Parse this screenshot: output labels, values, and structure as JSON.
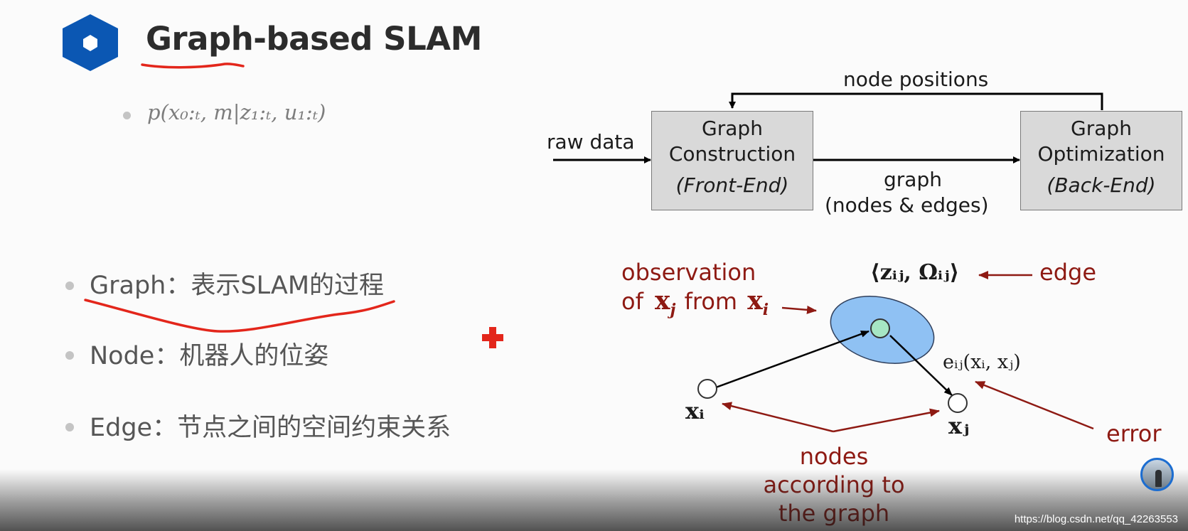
{
  "slide": {
    "title": "Graph-based SLAM",
    "formula": "p(x₀:ₜ, m|z₁:ₜ, u₁:ₜ)",
    "bullets": [
      {
        "label": "Graph：表示SLAM的过程"
      },
      {
        "label": "Node：机器人的位姿"
      },
      {
        "label": "Edge：节点之间的空间约束关系"
      }
    ]
  },
  "pipeline": {
    "feedback_label": "node positions",
    "input_label": "raw data",
    "front_end": {
      "line1": "Graph",
      "line2": "Construction",
      "line3": "(Front-End)"
    },
    "back_end": {
      "line1": "Graph",
      "line2": "Optimization",
      "line3": "(Back-End)"
    },
    "link_label_1": "graph",
    "link_label_2": "(nodes & edges)"
  },
  "graph": {
    "observation_1": "observation",
    "observation_2_prefix": "of",
    "observation_xj": "x",
    "observation_xj_sub": "j",
    "observation_from": "from",
    "observation_xi": "x",
    "observation_xi_sub": "i",
    "edge_math": "⟨zᵢⱼ, Ωᵢⱼ⟩",
    "edge_label": "edge",
    "error_math": "eᵢⱼ(xᵢ, xⱼ)",
    "error_label": "error",
    "node_i": "xᵢ",
    "node_j": "xⱼ",
    "nodes_caption_1": "nodes",
    "nodes_caption_2": "according to",
    "nodes_caption_3": "the graph"
  },
  "watermark": "https://blog.csdn.net/qq_42263553",
  "colors": {
    "logo": "#0b57b3",
    "annotation_red": "#8e1a13",
    "pen_red": "#e3261b",
    "ellipse": "#8fc1f3",
    "node_green": "#a6e6c4"
  }
}
